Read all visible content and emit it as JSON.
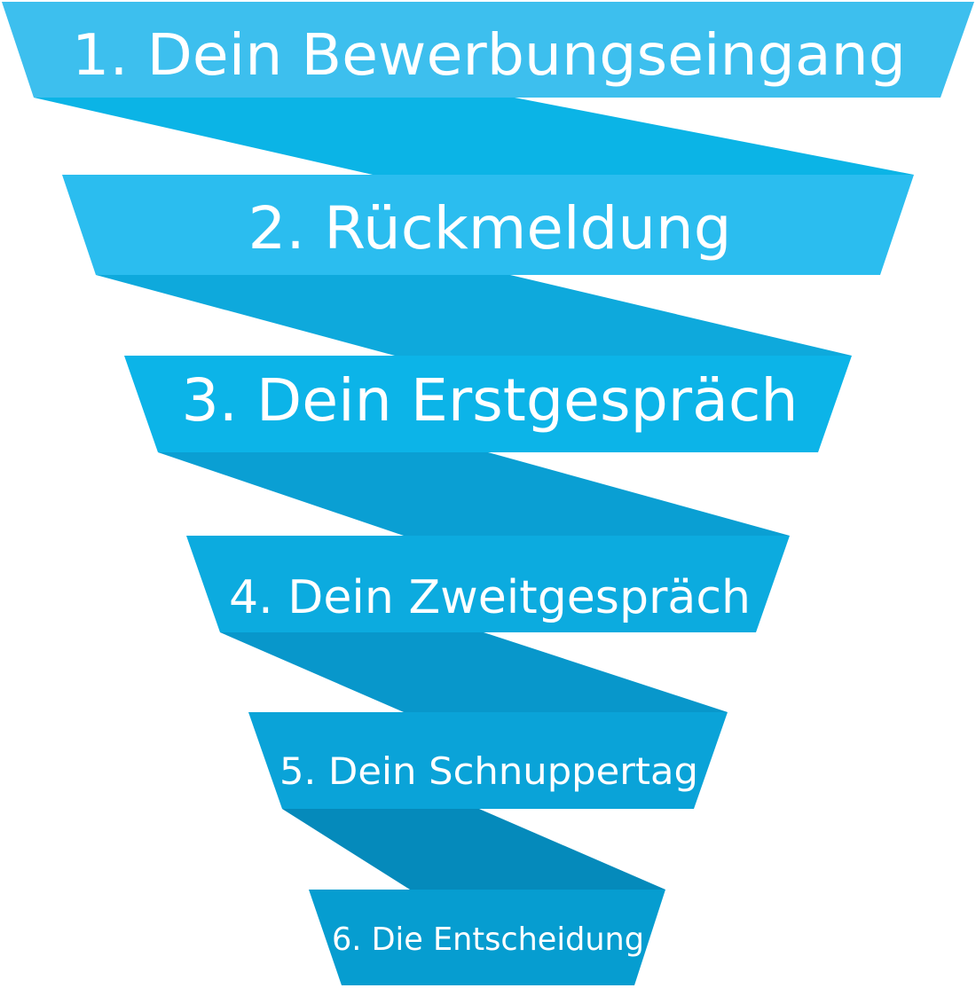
{
  "funnel": {
    "steps": [
      {
        "label": "1. Dein Bewerbungseingang",
        "color": "#3dbfee"
      },
      {
        "label": "2. Rückmeldung",
        "color": "#2bbdef"
      },
      {
        "label": "3. Dein Erstgespräch",
        "color": "#0cb4e8"
      },
      {
        "label": "4. Dein Zweitgespräch",
        "color": "#0cabdf"
      },
      {
        "label": "5. Dein Schnuppertag",
        "color": "#0aa3d8"
      },
      {
        "label": "6. Die Entscheidung",
        "color": "#069dd0"
      }
    ],
    "connector_colors": [
      "#0bb4e6",
      "#0ea9dc",
      "#0a9fd3",
      "#0897cb",
      "#058abb"
    ]
  }
}
